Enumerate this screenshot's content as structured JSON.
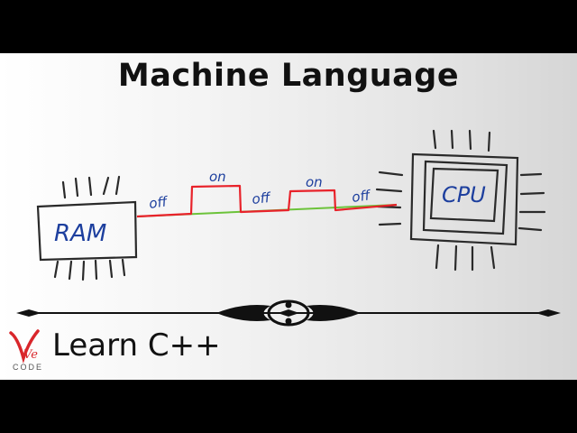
{
  "title": "Machine Language",
  "diagram": {
    "ram_label": "RAM",
    "cpu_label": "CPU",
    "signal_labels": [
      "off",
      "on",
      "off",
      "on",
      "off"
    ]
  },
  "brand": {
    "logo_letters": "Ve",
    "logo_sub": "CODE",
    "course": "Learn C++"
  },
  "colors": {
    "signal_high": "#e8222a",
    "signal_low": "#6cc33a",
    "logo_red": "#d9262b",
    "ink": "#2a2a2a",
    "label_blue": "#1d3f9e"
  }
}
